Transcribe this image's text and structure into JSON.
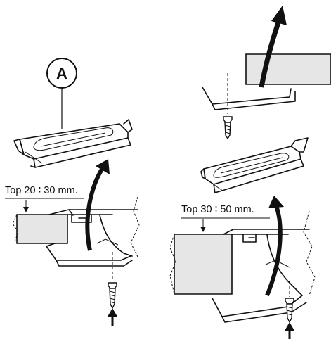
{
  "callout": {
    "letter": "A"
  },
  "labels": {
    "left_measure": "Top 20 ∶ 30 mm.",
    "right_measure": "Top 30 ∶ 50 mm."
  },
  "colors": {
    "ink": "#111111",
    "panel_fill": "#e6e6e6",
    "background": "#ffffff"
  },
  "icons": [
    "bracket",
    "screw",
    "curved-arrow",
    "straight-arrow",
    "countertop-slab"
  ]
}
